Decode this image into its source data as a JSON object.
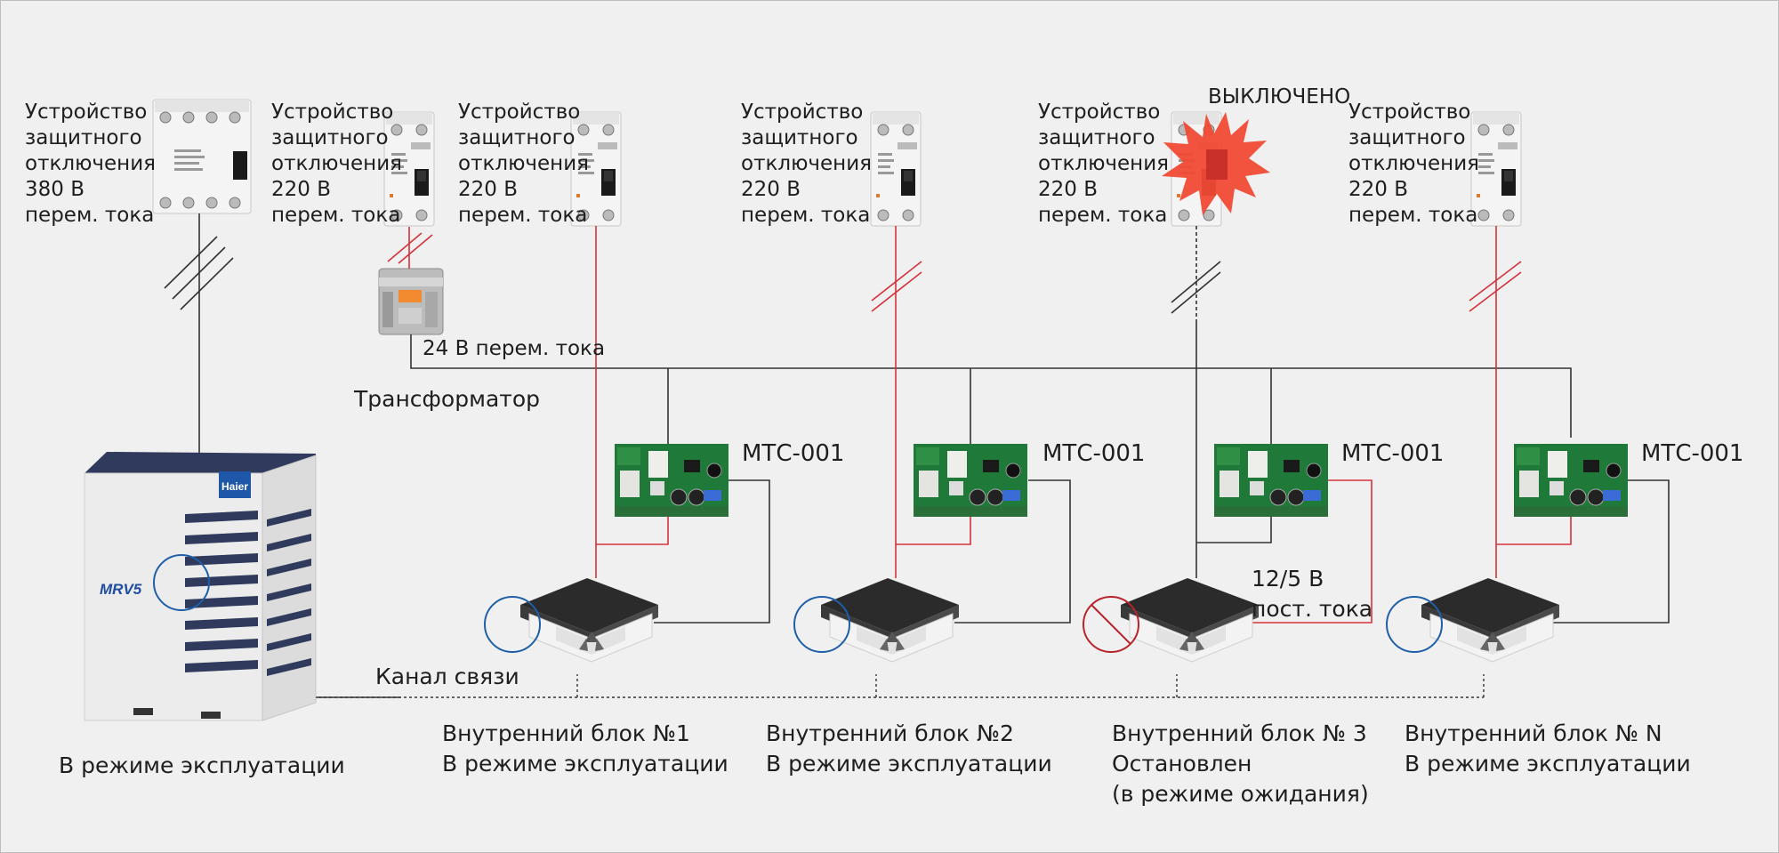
{
  "rcd_label": {
    "l1": "Устройство",
    "l2": "защитного",
    "l3": "отключения",
    "l5": "перем. тока"
  },
  "voltages": {
    "v380": "380 В",
    "v220": "220 В"
  },
  "off_label": "ВЫКЛЮЧЕНО",
  "transformer": {
    "voltage": "24 В перем. тока",
    "label": "Трансформатор"
  },
  "controller_label": "МТС-001",
  "dc_label": {
    "l1": "12/5 В",
    "l2": "пост. тока"
  },
  "comm_channel": "Канал связи",
  "outdoor_status": "В режиме эксплуатации",
  "outdoor_brand": {
    "logo": "Haier",
    "model": "MRV5"
  },
  "indoor_units": [
    {
      "name": "Внутренний блок №1",
      "status": "В режиме эксплуатации",
      "status2": ""
    },
    {
      "name": "Внутренний блок №2",
      "status": "В режиме эксплуатации",
      "status2": ""
    },
    {
      "name": "Внутренний блок № 3",
      "status": "Остановлен",
      "status2": "(в режиме ожидания)"
    },
    {
      "name": "Внутренний блок № N",
      "status": "В режиме эксплуатации",
      "status2": ""
    }
  ],
  "colors": {
    "power_line": "#d2323a",
    "comm_line": "#333333",
    "ok_ring": "#1f5fa8",
    "stop_ring": "#b8242c",
    "burst": "#f04a34",
    "board": "#1f7a3a"
  }
}
